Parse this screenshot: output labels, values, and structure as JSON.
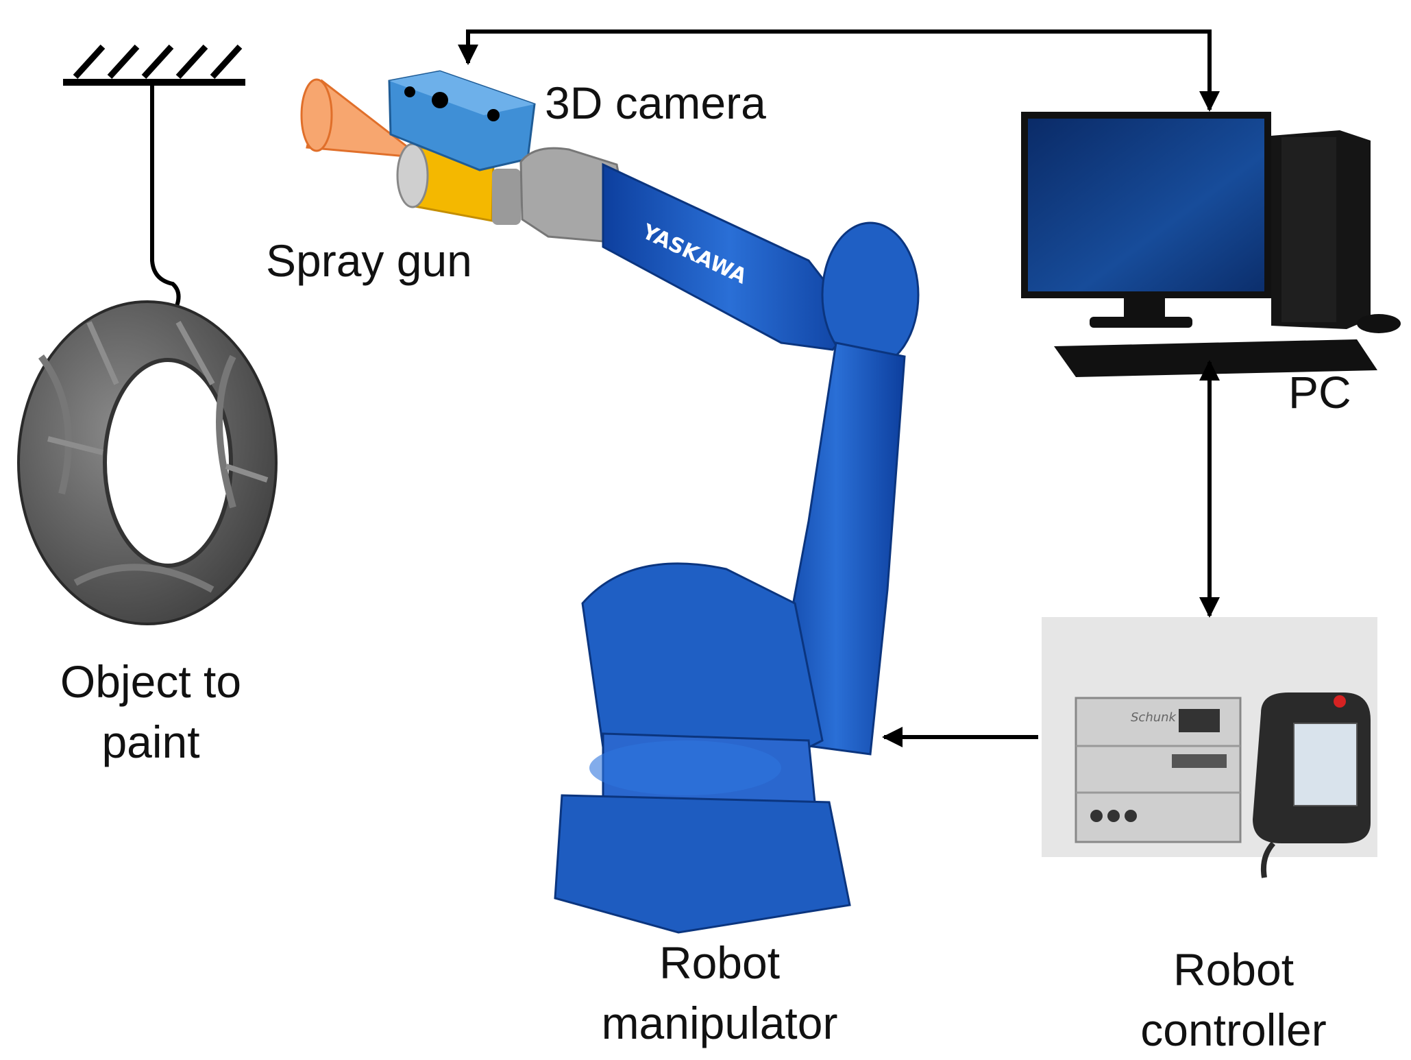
{
  "labels": {
    "camera": "3D camera",
    "spray_gun": "Spray gun",
    "pc": "PC",
    "object_line1": "Object to",
    "object_line2": "paint",
    "manipulator_line1": "Robot",
    "manipulator_line2": "manipulator",
    "controller_line1": "Robot",
    "controller_line2": "controller"
  },
  "pictures": {
    "robot_brand": "YASKAWA",
    "controller_brand": "Schunk"
  },
  "colors": {
    "robot_blue": "#1f5fc4",
    "camera_blue": "#3f8fd6",
    "spray_gun_yellow": "#f4b800",
    "spray_cone_orange": "#f7a66f",
    "arrow_black": "#000000",
    "monitor_screen": "#123a7a",
    "object_gray": "#5f5f5f",
    "controller_panel_bg": "#e6e6e6"
  },
  "icons": {
    "ceiling_mount": "ceiling-hatch-icon",
    "object": "tire-object-icon",
    "robot": "robot-arm-icon",
    "camera": "3d-camera-icon",
    "spray_gun": "spray-gun-icon",
    "pc": "desktop-pc-icon",
    "controller": "robot-controller-icon"
  }
}
